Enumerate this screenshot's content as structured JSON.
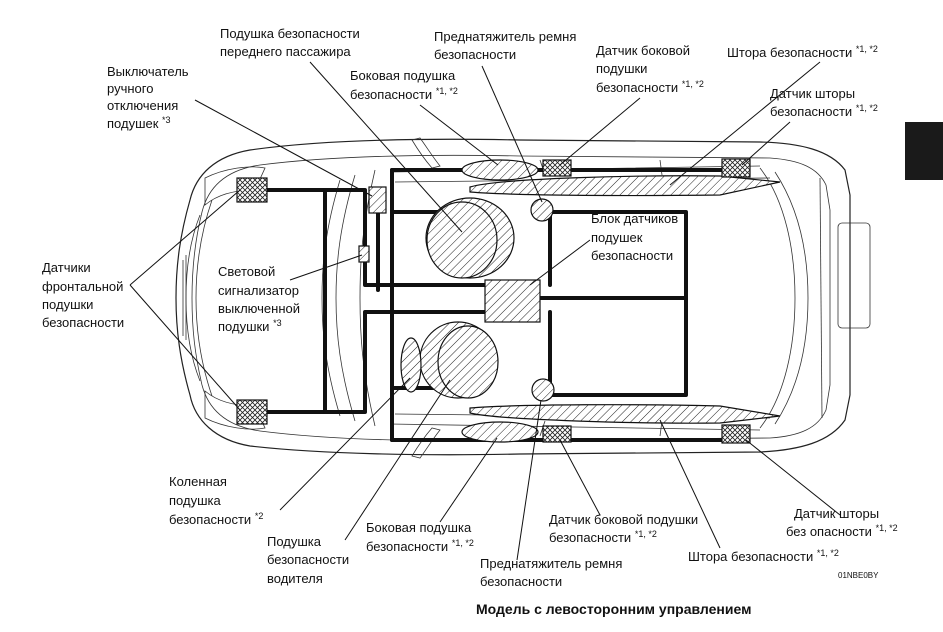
{
  "labels": {
    "passenger_airbag": [
      "Подушка безопасности",
      "переднего пассажира"
    ],
    "manual_switch": [
      "Выключатель",
      "ручного",
      "отключения",
      "подушек"
    ],
    "manual_switch_mark": "*3",
    "pretensioner_top": [
      "Преднатяжитель ремня",
      "безопасности"
    ],
    "side_airbag_top": [
      "Боковая подушка",
      "безопасности"
    ],
    "side_airbag_top_mark": "*1, *2",
    "side_sensor_top": [
      "Датчик боковой",
      "подушки",
      "безопасности"
    ],
    "side_sensor_top_mark": "*1, *2",
    "curtain_top": "Штора безопасности",
    "curtain_top_mark": "*1, *2",
    "curtain_sensor_top": [
      "Датчик шторы",
      "безопасности"
    ],
    "curtain_sensor_top_mark": "*1, *2",
    "frontal_sensors": [
      "Датчики",
      "фронтальной",
      "подушки",
      "безопасности"
    ],
    "indicator": [
      "Световой",
      "сигнализатор",
      "выключенной",
      "подушки"
    ],
    "indicator_mark": "*3",
    "control_unit": [
      "Блок датчиков",
      "подушек",
      "безопасности"
    ],
    "knee_airbag": [
      "Коленная",
      "подушка",
      "безопасности"
    ],
    "knee_airbag_mark": "*2",
    "driver_airbag": [
      "Подушка",
      "безопасности",
      "водителя"
    ],
    "side_airbag_bottom": [
      "Боковая подушка",
      "безопасности"
    ],
    "side_airbag_bottom_mark": "*1, *2",
    "pretensioner_bottom": [
      "Преднатяжитель ремня",
      "безопасности"
    ],
    "side_sensor_bottom": [
      "Датчик боковой подушки",
      "безопасности"
    ],
    "side_sensor_bottom_mark": "*1, *2",
    "curtain_bottom": "Штора безопасности",
    "curtain_bottom_mark": "*1, *2",
    "curtain_sensor_bottom": [
      "Датчик шторы",
      "без опасности"
    ],
    "curtain_sensor_bottom_mark": "*1, *2"
  },
  "figure_code": "01NBE0BY",
  "caption": "Модель с левосторонним управлением"
}
